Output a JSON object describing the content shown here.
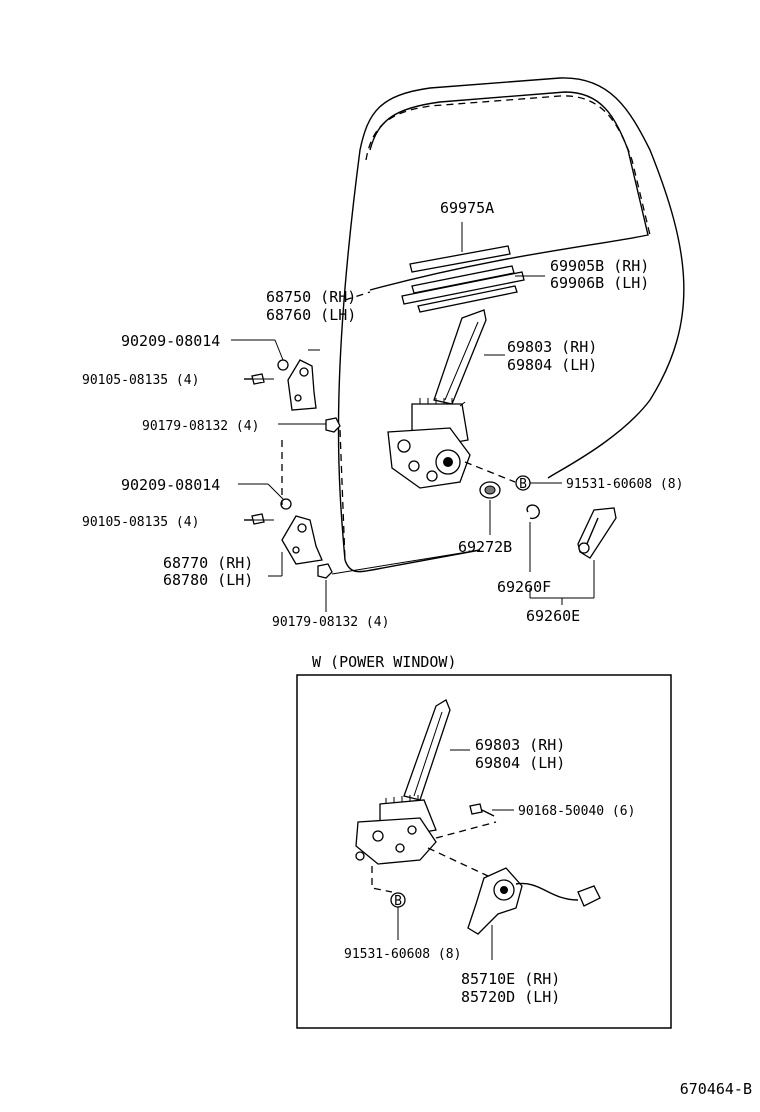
{
  "diagram_id": "670464-B",
  "section_title": "W (POWER  WINDOW)",
  "callouts": {
    "p69975A": "69975A",
    "p69905B": "69905B (RH)",
    "p69906B": "69906B (LH)",
    "p68750": "68750 (RH)",
    "p68760": "68760 (LH)",
    "p69803_top": "69803 (RH)",
    "p69804_top": "69804 (LH)",
    "p90209_a": "90209-08014",
    "p90105_a": "90105-08135 (4)",
    "p90179_a": "90179-08132 (4)",
    "p91531_top": "91531-60608 (8)",
    "p90209_b": "90209-08014",
    "p90105_b": "90105-08135 (4)",
    "p68770": "68770 (RH)",
    "p68780": "68780 (LH)",
    "p69272B": "69272B",
    "p69260F": "69260F",
    "p69260E": "69260E",
    "p90179_b": "90179-08132 (4)",
    "p69803_bot": "69803 (RH)",
    "p69804_bot": "69804 (LH)",
    "p90168": "90168-50040 (6)",
    "p91531_bot": "91531-60608 (8)",
    "p85710E": "85710E (RH)",
    "p85720D": "85720D (LH)"
  },
  "marker_letter": "B"
}
